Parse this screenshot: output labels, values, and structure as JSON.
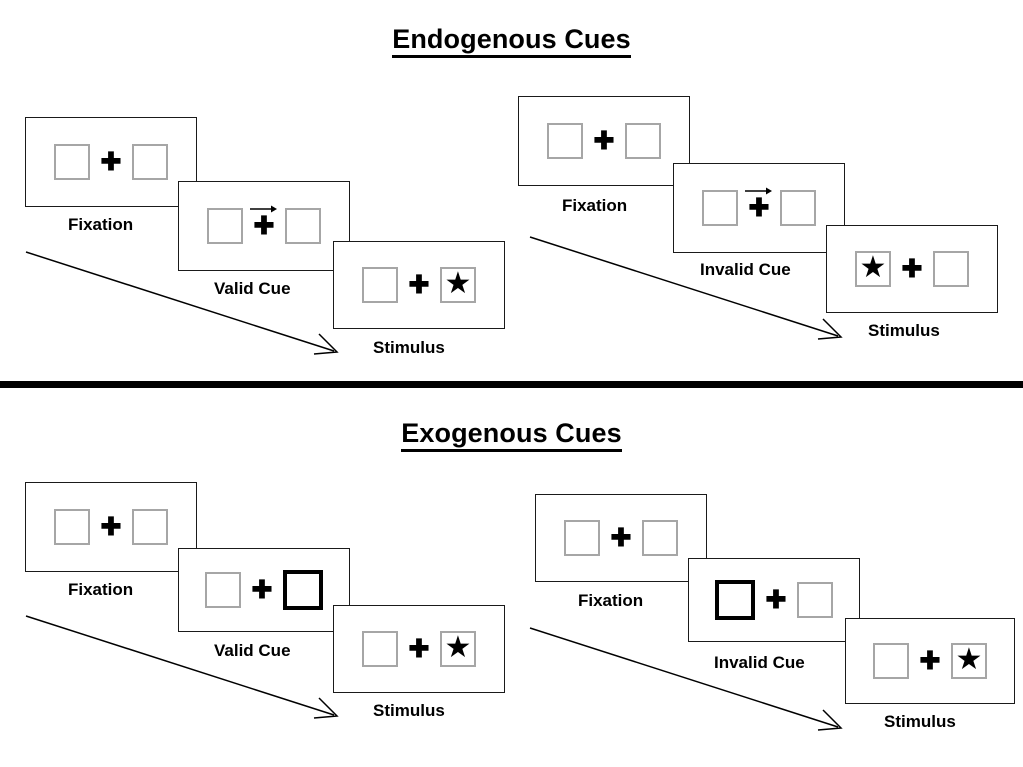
{
  "sections": [
    {
      "id": "endogenous",
      "title": "Endogenous Cues",
      "cue_type": "arrow",
      "groups": [
        {
          "id": "endogenous-valid",
          "condition": "valid",
          "frames": [
            {
              "label": "Fixation",
              "left_box": "empty",
              "right_box": "empty",
              "cue_arrow": false,
              "cued_side": "none"
            },
            {
              "label": "Valid Cue",
              "left_box": "empty",
              "right_box": "empty",
              "cue_arrow": true,
              "cued_side": "none"
            },
            {
              "label": "Stimulus",
              "left_box": "empty",
              "right_box": "star",
              "cue_arrow": false,
              "cued_side": "none"
            }
          ]
        },
        {
          "id": "endogenous-invalid",
          "condition": "invalid",
          "frames": [
            {
              "label": "Fixation",
              "left_box": "empty",
              "right_box": "empty",
              "cue_arrow": false,
              "cued_side": "none"
            },
            {
              "label": "Invalid Cue",
              "left_box": "empty",
              "right_box": "empty",
              "cue_arrow": true,
              "cued_side": "none"
            },
            {
              "label": "Stimulus",
              "left_box": "star",
              "right_box": "empty",
              "cue_arrow": false,
              "cued_side": "none"
            }
          ]
        }
      ]
    },
    {
      "id": "exogenous",
      "title": "Exogenous Cues",
      "cue_type": "box-flash",
      "groups": [
        {
          "id": "exogenous-valid",
          "condition": "valid",
          "frames": [
            {
              "label": "Fixation",
              "left_box": "empty",
              "right_box": "empty",
              "cue_arrow": false,
              "cued_side": "none"
            },
            {
              "label": "Valid Cue",
              "left_box": "empty",
              "right_box": "empty",
              "cue_arrow": false,
              "cued_side": "right"
            },
            {
              "label": "Stimulus",
              "left_box": "empty",
              "right_box": "star",
              "cue_arrow": false,
              "cued_side": "none"
            }
          ]
        },
        {
          "id": "exogenous-invalid",
          "condition": "invalid",
          "frames": [
            {
              "label": "Fixation",
              "left_box": "empty",
              "right_box": "empty",
              "cue_arrow": false,
              "cued_side": "none"
            },
            {
              "label": "Invalid Cue",
              "left_box": "empty",
              "right_box": "empty",
              "cue_arrow": false,
              "cued_side": "left"
            },
            {
              "label": "Stimulus",
              "left_box": "empty",
              "right_box": "star",
              "cue_arrow": false,
              "cued_side": "none"
            }
          ]
        }
      ]
    }
  ],
  "glyphs": {
    "fixation_cross": "✚",
    "star": "★"
  },
  "colors": {
    "frame_border": "#1a1a1a",
    "box_border": "#a6a6a6",
    "cued_box_border": "#000000",
    "text": "#000000",
    "divider": "#000000",
    "background": "#ffffff"
  }
}
